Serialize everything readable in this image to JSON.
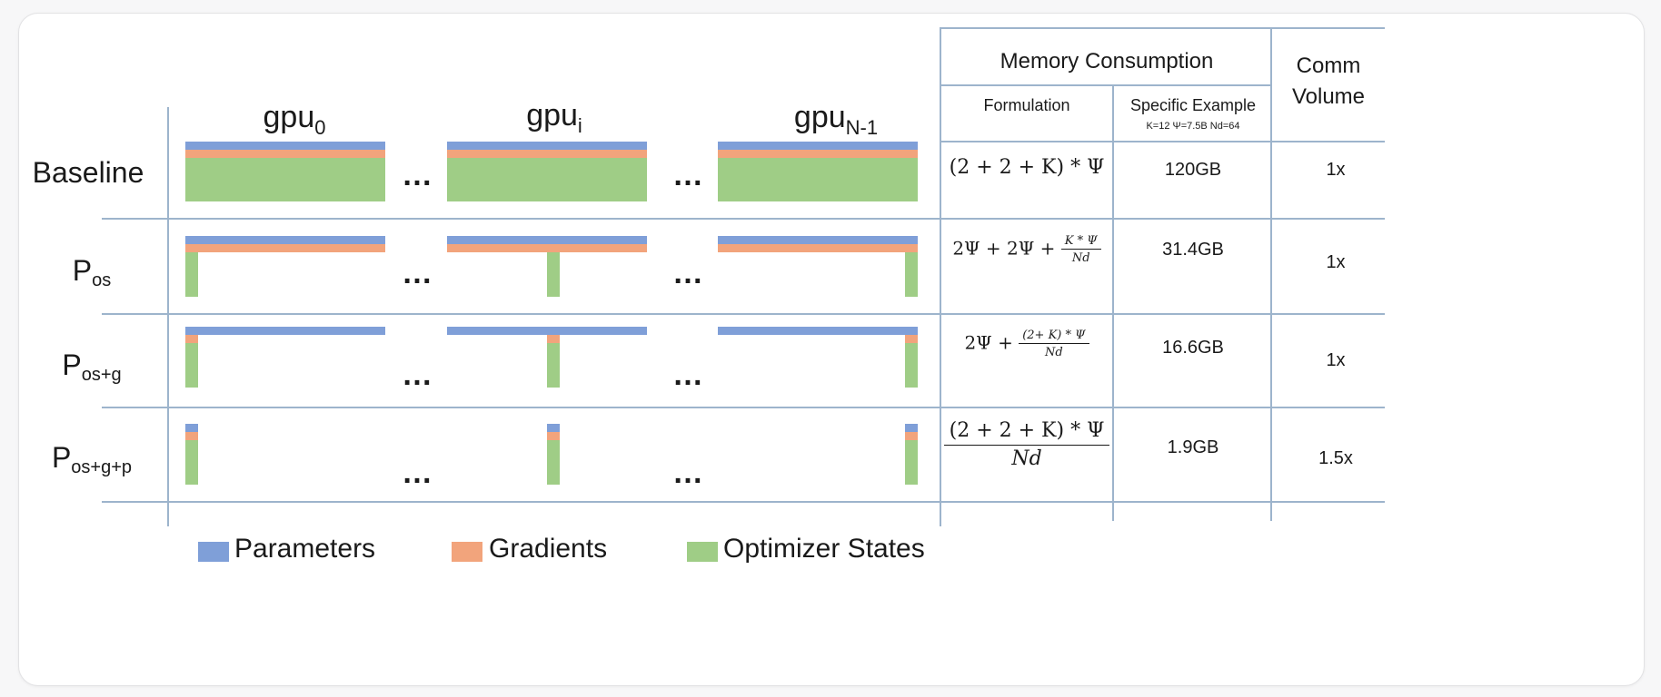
{
  "colors": {
    "parameters": "#7f9fd8",
    "gradients": "#f2a47c",
    "optimizer": "#9fcd86",
    "grid": "#9db4cc"
  },
  "gpus": [
    {
      "base": "gpu",
      "sub": "0"
    },
    {
      "base": "gpu",
      "sub": "i"
    },
    {
      "base": "gpu",
      "sub": "N-1"
    }
  ],
  "ellipsis": "…",
  "rows": [
    {
      "base": "Baseline",
      "sub": "",
      "formula": "(2 + 2 + K) * Ψ",
      "example": "120GB",
      "comm": "1x"
    },
    {
      "base": "P",
      "sub": "os",
      "formula_parts": [
        "2Ψ + 2Ψ + ",
        "K * Ψ",
        "Nd"
      ],
      "example": "31.4GB",
      "comm": "1x"
    },
    {
      "base": "P",
      "sub": "os+g",
      "formula_parts": [
        "2Ψ + ",
        "(2+ K) * Ψ",
        "Nd"
      ],
      "example": "16.6GB",
      "comm": "1x"
    },
    {
      "base": "P",
      "sub": "os+g+p",
      "formula_parts": [
        "",
        "(2 +  2 + K) *  Ψ",
        "Nd"
      ],
      "example": "1.9GB",
      "comm": "1.5x"
    }
  ],
  "header": {
    "memory": "Memory Consumption",
    "formulation": "Formulation",
    "specific": "Specific Example",
    "specific_note": "K=12 Ψ=7.5B Nd=64",
    "comm_line1": "Comm",
    "comm_line2": "Volume"
  },
  "legend": {
    "parameters": "Parameters",
    "gradients": "Gradients",
    "optimizer": "Optimizer States"
  }
}
